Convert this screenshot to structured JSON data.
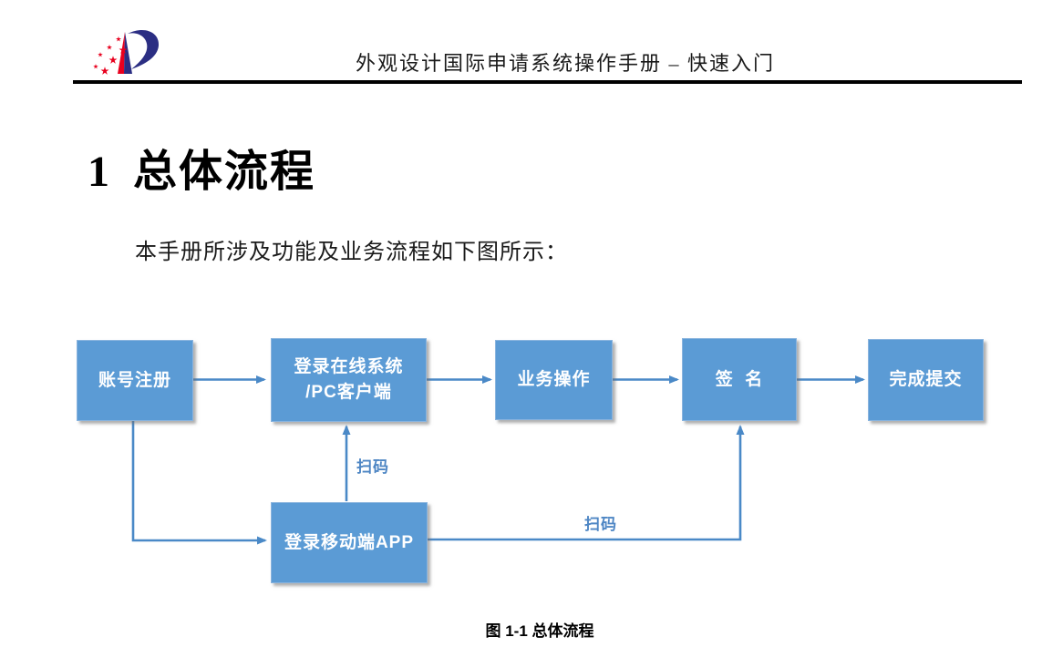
{
  "header": {
    "title": "外观设计国际申请系统操作手册 – 快速入门",
    "logo": "cnipa-logo"
  },
  "heading": {
    "number": "1",
    "text": "总体流程"
  },
  "intro_text": "本手册所涉及功能及业务流程如下图所示：",
  "figure_caption": "图 1-1 总体流程",
  "diagram": {
    "type": "flowchart",
    "colors": {
      "box_fill": "#5b9bd5",
      "box_border": "#8ab4de",
      "box_text": "#ffffff",
      "arrow": "#4a89c7",
      "edge_label": "#4e86c4"
    },
    "nodes": [
      {
        "id": "register",
        "label": "账号注册"
      },
      {
        "id": "login-online",
        "label": "登录在线系统\n/PC客户端"
      },
      {
        "id": "operate",
        "label": "业务操作"
      },
      {
        "id": "sign",
        "label": "签  名"
      },
      {
        "id": "submit",
        "label": "完成提交"
      },
      {
        "id": "login-app",
        "label": "登录移动端APP"
      }
    ],
    "edges": [
      {
        "from": "账号注册",
        "to": "登录在线系统/PC客户端",
        "label": ""
      },
      {
        "from": "登录在线系统/PC客户端",
        "to": "业务操作",
        "label": ""
      },
      {
        "from": "业务操作",
        "to": "签 名",
        "label": ""
      },
      {
        "from": "签 名",
        "to": "完成提交",
        "label": ""
      },
      {
        "from": "账号注册",
        "to": "登录移动端APP",
        "label": ""
      },
      {
        "from": "登录移动端APP",
        "to": "登录在线系统/PC客户端",
        "label": "扫码"
      },
      {
        "from": "登录移动端APP",
        "to": "签 名",
        "label": "扫码"
      }
    ]
  }
}
